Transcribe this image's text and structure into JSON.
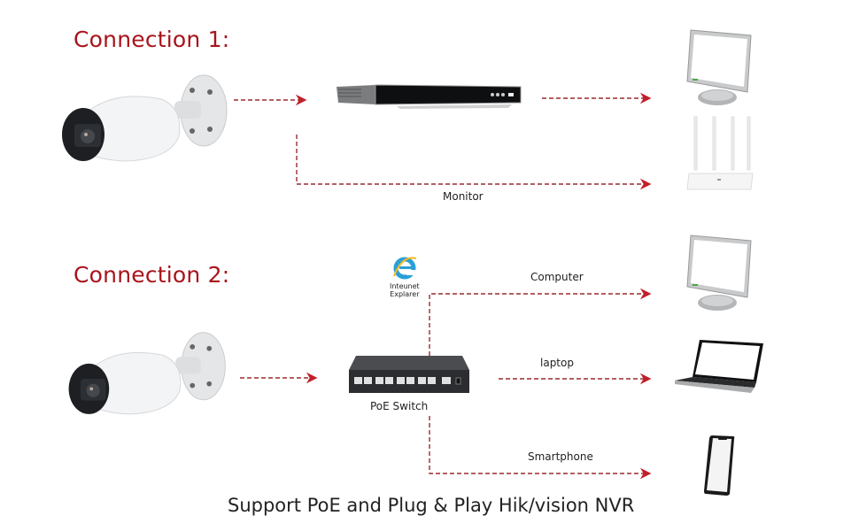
{
  "connection1": {
    "heading": "Connection 1:",
    "devices": {
      "camera": "ip-bullet-camera",
      "nvr": "network-video-recorder",
      "monitor": "monitor",
      "router": "wifi-router"
    },
    "labels": {
      "monitor_route": "Monitor"
    }
  },
  "connection2": {
    "heading": "Connection 2:",
    "browser": {
      "line1": "Inteunet",
      "line2": "Explarer"
    },
    "switch_label": "PoE Switch",
    "outputs": [
      {
        "label": "Computer",
        "device": "monitor"
      },
      {
        "label": "laptop",
        "device": "laptop"
      },
      {
        "label": "Smartphone",
        "device": "smartphone"
      }
    ]
  },
  "footer": {
    "text": "Support PoE and Plug & Play Hik/vision NVR"
  },
  "colors": {
    "accent": "#a8141b",
    "arrow": "#c0202a",
    "text": "#222222"
  }
}
